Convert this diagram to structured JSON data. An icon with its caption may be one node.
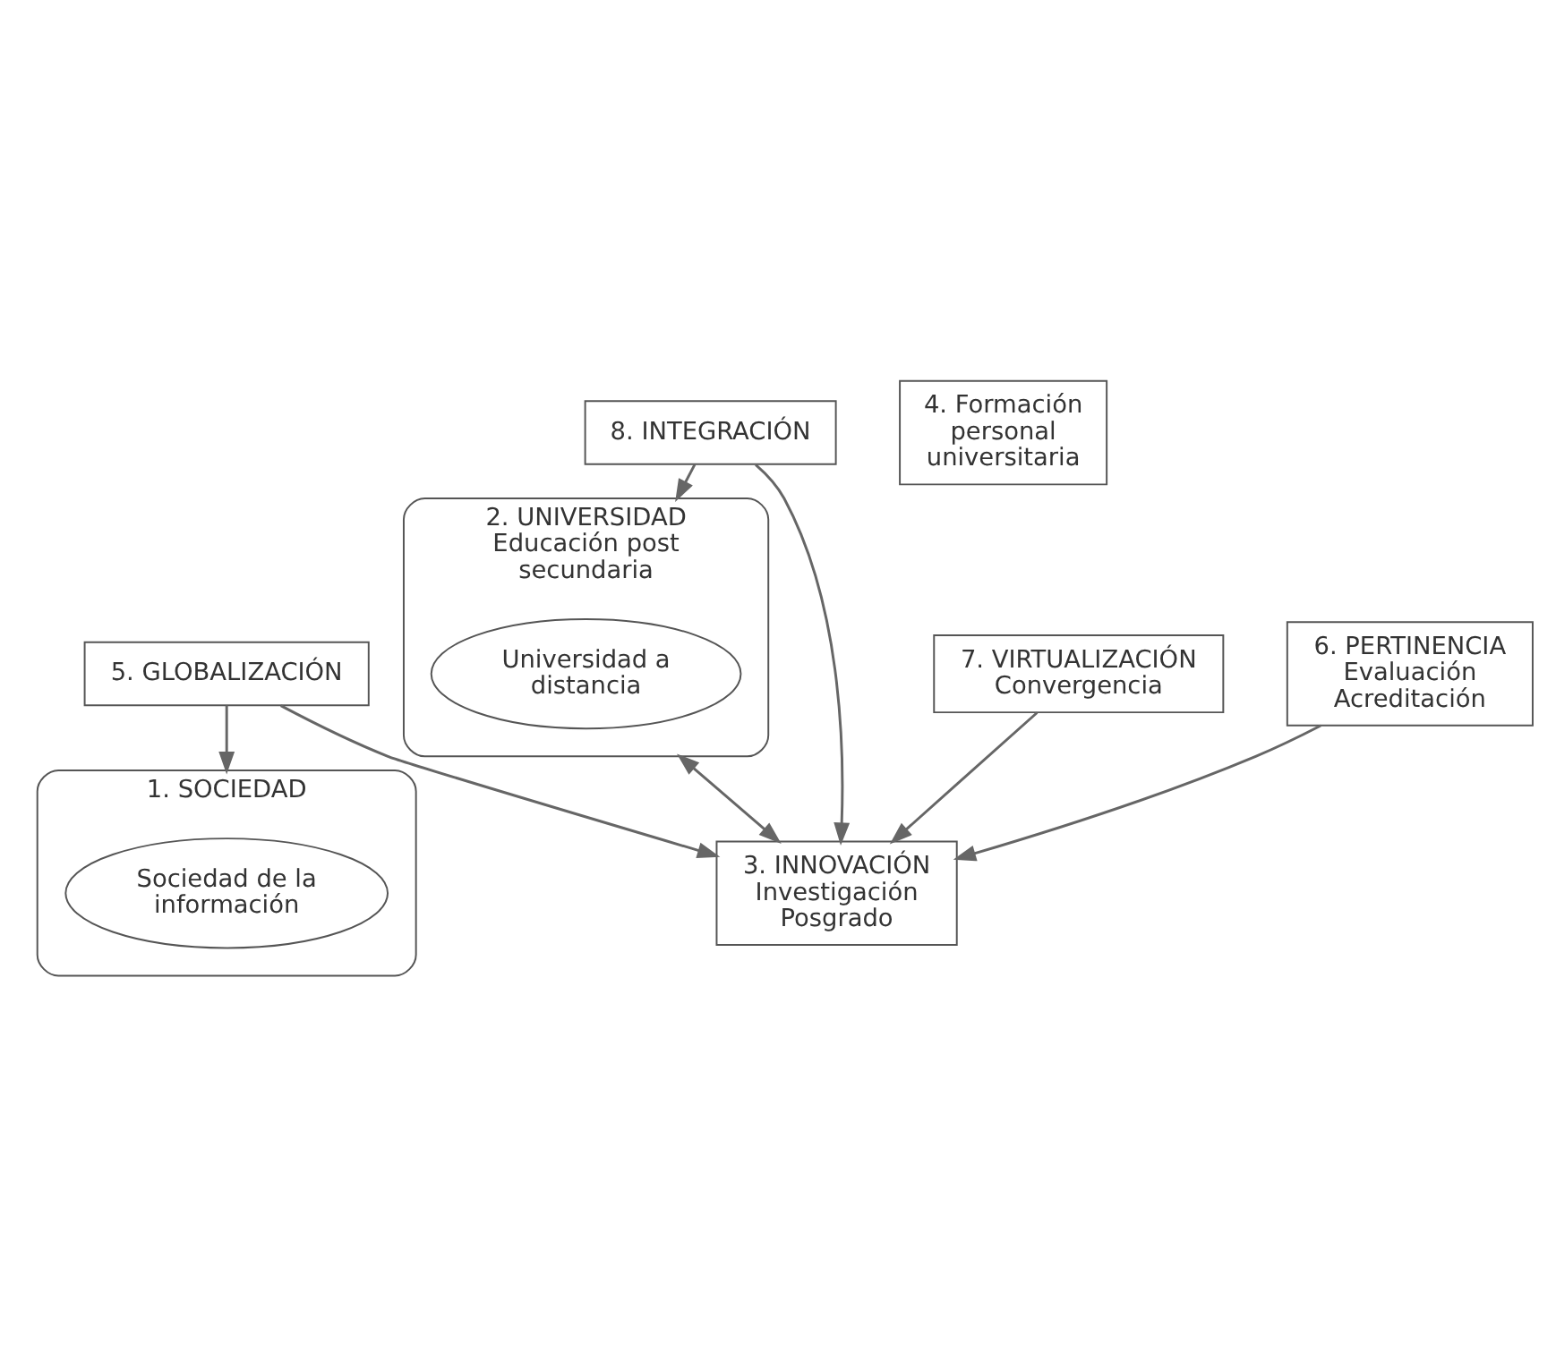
{
  "diagram": {
    "nodes": [
      {
        "text": [
          "1. SOCIEDAD"
        ]
      },
      {
        "text": [
          "Sociedad de la información"
        ],
        "in": 0
      },
      {
        "text": [
          "5. GLOBALIZACIÓN"
        ]
      },
      {
        "text": [
          "2. UNIVERSIDAD Educación post secundaria"
        ]
      },
      {
        "text": [
          "Universidad a distancia"
        ],
        "in": 3
      },
      {
        "text": [
          "8. INTEGRACIÓN"
        ]
      },
      {
        "text": [
          "3. INNOVACIÓN Investigación Posgrado"
        ]
      },
      {
        "text": [
          "7. VIRTUALIZACIÓN Convergencia"
        ]
      },
      {
        "text": [
          "6. PERTINENCIA Evaluación Acreditación"
        ]
      },
      {
        "text": [
          "4. Formación personal universitaria"
        ]
      }
    ],
    "edges": [
      {
        "from": 2,
        "to": 0,
        "arrow": "to"
      },
      {
        "from": 2,
        "to": 6,
        "arrow": "to"
      },
      {
        "from": 3,
        "to": 6,
        "arrow": "both"
      },
      {
        "from": 5,
        "to": 3,
        "arrow": "to"
      },
      {
        "from": 5,
        "to": 6,
        "arrow": "to"
      },
      {
        "from": 7,
        "to": 6,
        "arrow": "to"
      },
      {
        "from": 8,
        "to": 6,
        "arrow": "to"
      }
    ]
  }
}
